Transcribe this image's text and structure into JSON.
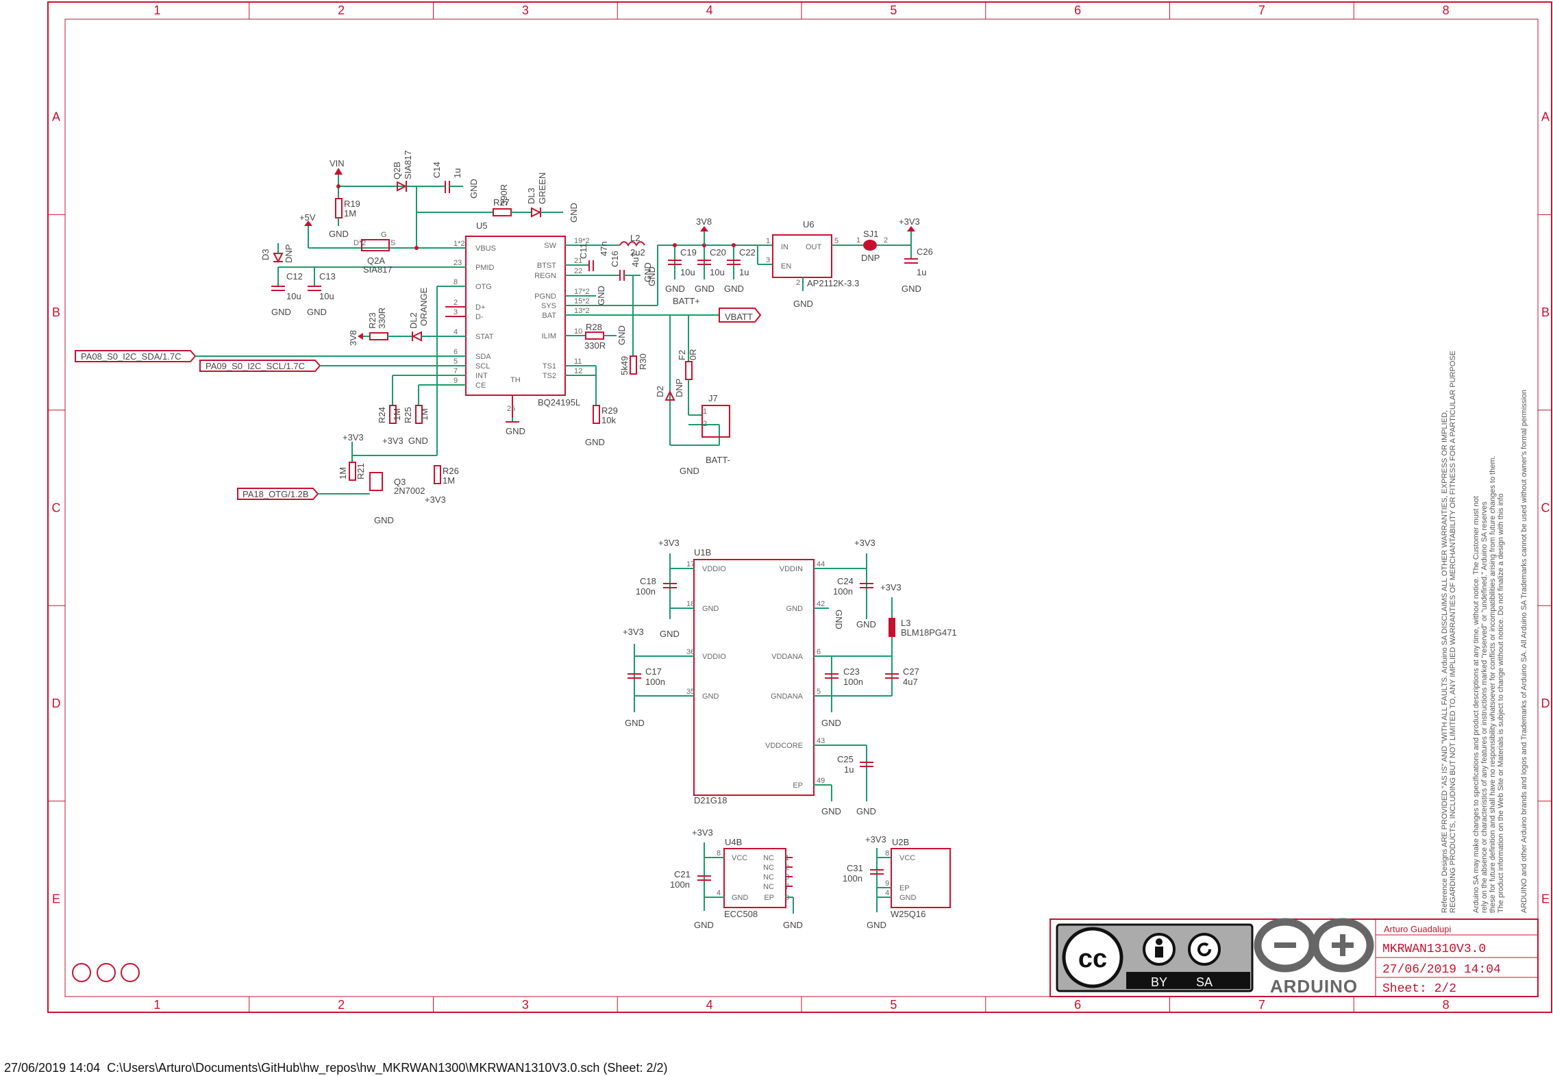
{
  "grid": {
    "columns": [
      "1",
      "2",
      "3",
      "4",
      "5",
      "6",
      "7",
      "8"
    ],
    "rows": [
      "A",
      "B",
      "C",
      "D",
      "E"
    ]
  },
  "nets": {
    "sda": "PA08_S0_I2C_SDA/1.7C",
    "scl": "PA09_S0_I2C_SCL/1.7C",
    "otg": "PA18_OTG/1.2B",
    "vbatt": "VBATT",
    "batt_plus": "BATT+",
    "batt_minus": "BATT-",
    "vin": "VIN",
    "p5v": "+5V",
    "p3v8": "3V8",
    "p3v3": "+3V3",
    "gnd": "GND"
  },
  "charger": {
    "ref": "U5",
    "value": "BQ24195L",
    "left_pins": [
      {
        "num": "1*2",
        "name": "VBUS"
      },
      {
        "num": "23",
        "name": "PMID"
      },
      {
        "num": "8",
        "name": "OTG"
      },
      {
        "num": "2",
        "name": "D+"
      },
      {
        "num": "3",
        "name": "D-"
      },
      {
        "num": "4",
        "name": "STAT"
      },
      {
        "num": "6",
        "name": "SDA"
      },
      {
        "num": "5",
        "name": "SCL"
      },
      {
        "num": "7",
        "name": "INT"
      },
      {
        "num": "9",
        "name": "CE"
      }
    ],
    "right_pins": [
      {
        "num": "19*2",
        "name": "SW"
      },
      {
        "num": "21",
        "name": "BTST"
      },
      {
        "num": "22",
        "name": "REGN"
      },
      {
        "num": "17*2",
        "name": "PGND"
      },
      {
        "num": "15*2",
        "name": "SYS"
      },
      {
        "num": "13*2",
        "name": "BAT"
      },
      {
        "num": "10",
        "name": "ILIM"
      },
      {
        "num": "11",
        "name": "TS1"
      },
      {
        "num": "12",
        "name": "TS2"
      }
    ],
    "bottom_pin": {
      "num": "25",
      "name": "TH"
    }
  },
  "ldo": {
    "ref": "U6",
    "value": "AP2112K-3.3",
    "pins": [
      {
        "num": "1",
        "name": "IN"
      },
      {
        "num": "3",
        "name": "EN"
      },
      {
        "num": "5",
        "name": "OUT"
      },
      {
        "num": "2",
        "name": ""
      }
    ]
  },
  "parts": {
    "q2b": {
      "ref": "Q2B",
      "value": "SIA817"
    },
    "q2a": {
      "ref": "Q2A",
      "value": "SIA817",
      "pins": [
        "D*2",
        "G",
        "S"
      ]
    },
    "q3": {
      "ref": "Q3",
      "value": "2N7002"
    },
    "c14": {
      "ref": "C14",
      "value": "1u"
    },
    "r19": {
      "ref": "R19",
      "value": "1M"
    },
    "r27": {
      "ref": "R27",
      "value": "390R"
    },
    "dl3": {
      "ref": "DL3",
      "value": "GREEN"
    },
    "d3": {
      "ref": "D3",
      "value": "DNP"
    },
    "c12": {
      "ref": "C12",
      "value": "10u"
    },
    "c13": {
      "ref": "C13",
      "value": "10u"
    },
    "r23": {
      "ref": "R23",
      "value": "330R"
    },
    "dl2": {
      "ref": "DL2",
      "value": "ORANGE"
    },
    "r24": {
      "ref": "R24",
      "value": "1M"
    },
    "r25": {
      "ref": "R25",
      "value": "1M"
    },
    "r21": {
      "ref": "R21",
      "value": "1M"
    },
    "r26": {
      "ref": "R26",
      "value": "1M"
    },
    "c11": {
      "ref": "C11",
      "value": "47n"
    },
    "c16": {
      "ref": "C16",
      "value": "4u7"
    },
    "l2": {
      "ref": "L2",
      "value": "2u2"
    },
    "c19": {
      "ref": "C19",
      "value": "10u"
    },
    "c20": {
      "ref": "C20",
      "value": "10u"
    },
    "c22": {
      "ref": "C22",
      "value": "1u"
    },
    "r28": {
      "ref": "R28",
      "value": "330R"
    },
    "r30": {
      "ref": "R30",
      "value": "5k49"
    },
    "r29": {
      "ref": "R29",
      "value": "10k"
    },
    "f2": {
      "ref": "F2",
      "value": "0R"
    },
    "d2": {
      "ref": "D2",
      "value": "DNP"
    },
    "j7": {
      "ref": "J7",
      "pins": [
        "1",
        "2"
      ]
    },
    "sj1": {
      "ref": "SJ1",
      "value": "DNP",
      "pins": [
        "1",
        "2"
      ]
    },
    "c26": {
      "ref": "C26",
      "value": "1u"
    }
  },
  "lora": {
    "ref": "U1B",
    "value": "D21G18",
    "left_pins": [
      {
        "num": "17",
        "name": "VDDIO"
      },
      {
        "num": "18",
        "name": "GND"
      },
      {
        "num": "36",
        "name": "VDDIO"
      },
      {
        "num": "35",
        "name": "GND"
      }
    ],
    "right_pins": [
      {
        "num": "44",
        "name": "VDDIN"
      },
      {
        "num": "42",
        "name": "GND"
      },
      {
        "num": "6",
        "name": "VDDANA"
      },
      {
        "num": "5",
        "name": "GNDANA"
      },
      {
        "num": "43",
        "name": "VDDCORE"
      },
      {
        "num": "49",
        "name": "EP"
      }
    ],
    "caps": {
      "c18": {
        "ref": "C18",
        "value": "100n"
      },
      "c17": {
        "ref": "C17",
        "value": "100n"
      },
      "c24": {
        "ref": "C24",
        "value": "100n"
      },
      "c23": {
        "ref": "C23",
        "value": "100n"
      },
      "c27": {
        "ref": "C27",
        "value": "4u7"
      },
      "c25": {
        "ref": "C25",
        "value": "1u"
      },
      "l3": {
        "ref": "L3",
        "value": "BLM18PG471"
      }
    }
  },
  "crypto": {
    "ref": "U4B",
    "value": "ECC508",
    "left_pins": [
      {
        "num": "8",
        "name": "VCC"
      },
      {
        "num": "4",
        "name": "GND"
      }
    ],
    "right_pins": [
      {
        "num": "1",
        "name": "NC"
      },
      {
        "num": "2",
        "name": "NC"
      },
      {
        "num": "3",
        "name": "NC"
      },
      {
        "num": "7",
        "name": "NC"
      },
      {
        "num": "9",
        "name": "EP"
      }
    ],
    "cap": {
      "ref": "C21",
      "value": "100n"
    }
  },
  "flash": {
    "ref": "U2B",
    "value": "W25Q16",
    "left_pins": [
      {
        "num": "8",
        "name": "VCC"
      },
      {
        "num": "9",
        "name": "EP"
      },
      {
        "num": "4",
        "name": "GND"
      }
    ],
    "cap": {
      "ref": "C31",
      "value": "100n"
    }
  },
  "disclaimer": [
    "Reference Designs ARE PROVIDED \"AS IS\" AND \"WITH ALL FAULTS. Arduino SA DISCLAIMS ALL OTHER WARRANTIES, EXPRESS OR IMPLIED,",
    "REGARDING PRODUCTS, INCLUDING BUT NOT LIMITED TO, ANY IMPLIED WARRANTIES OF MERCHANTABILITY OR FITNESS FOR A PARTICULAR PURPOSE",
    "Arduino SA may make changes to specifications and product descriptions at any time, without notice. The Customer must not",
    "rely on the absence or characteristics of any features or instructions marked \"reserved\" or \"undefined.\" Arduino SA reserves",
    "these for future definition and shall have no responsibility whatsoever for conflicts or incompatibilities arising from future changes to them.",
    "The product information on the Web Site or Materials is subject to change without notice. Do not finalize a design with this info",
    "ARDUINO and other Arduino brands and logos and Trademarks of Arduino SA. All Arduino SA Trademarks cannot be used without owner's formal permission"
  ],
  "title_block": {
    "author": "Arturo Guadalupi",
    "name": "MKRWAN1310V3.0",
    "date": "27/06/2019 14:04",
    "sheet": "Sheet: 2/2",
    "license_by": "BY",
    "license_sa": "SA",
    "brand": "ARDUINO"
  },
  "footer": "27/06/2019 14:04  C:\\Users\\Arturo\\Documents\\GitHub\\hw_repos\\hw_MKRWAN1300\\MKRWAN1310V3.0.sch (Sheet: 2/2)"
}
